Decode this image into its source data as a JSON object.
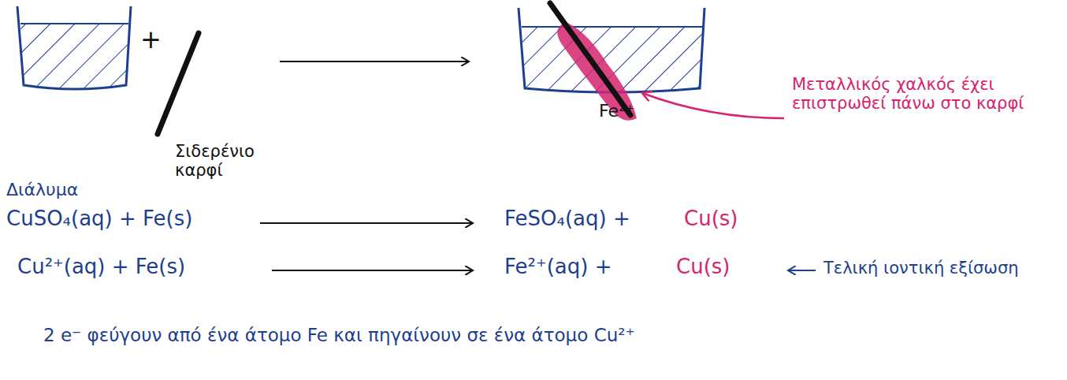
{
  "diagram": {
    "labels": [
      "+",
      "Σιδερένιο καρφί",
      "Διάλυμα",
      "CuSO₄(aq) + Fe(s)",
      "Fe²⁺",
      "Μεταλλικός χαλκός έχει επιστρωθεί πάνω στο καρφί",
      "FeSO₄(aq) +",
      "Cu(s)",
      "Cu²⁺(aq) + Fe(s)",
      "Fe²⁺(aq) +",
      "Cu(s)",
      "Τελική ιοντική εξίσωση",
      "2 e⁻ φεύγουν από ένα άτομο Fe και πηγαίνουν σε ένα άτομο Cu²⁺"
    ]
  }
}
